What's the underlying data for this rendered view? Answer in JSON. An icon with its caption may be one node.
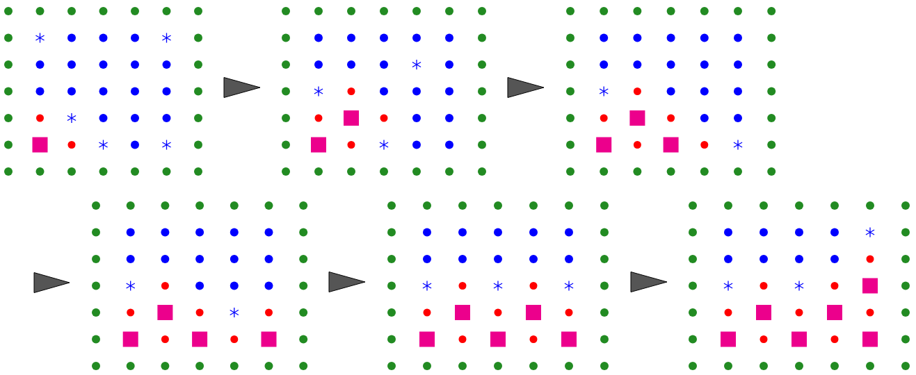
{
  "diagram": {
    "nodes": [
      {
        "text": [],
        "shape": "grid"
      },
      {
        "text": [],
        "shape": "grid"
      },
      {
        "text": [],
        "shape": "grid"
      },
      {
        "text": [],
        "shape": "grid"
      },
      {
        "text": [],
        "shape": "grid"
      },
      {
        "text": [],
        "shape": "grid"
      }
    ],
    "edges": [
      {
        "from": 0,
        "to": 1,
        "arrow": "to"
      },
      {
        "from": 1,
        "to": 2,
        "arrow": "to"
      },
      {
        "from": null,
        "to": 3,
        "arrow": "to"
      },
      {
        "from": 3,
        "to": 4,
        "arrow": "to"
      },
      {
        "from": 4,
        "to": 5,
        "arrow": "to"
      }
    ]
  }
}
